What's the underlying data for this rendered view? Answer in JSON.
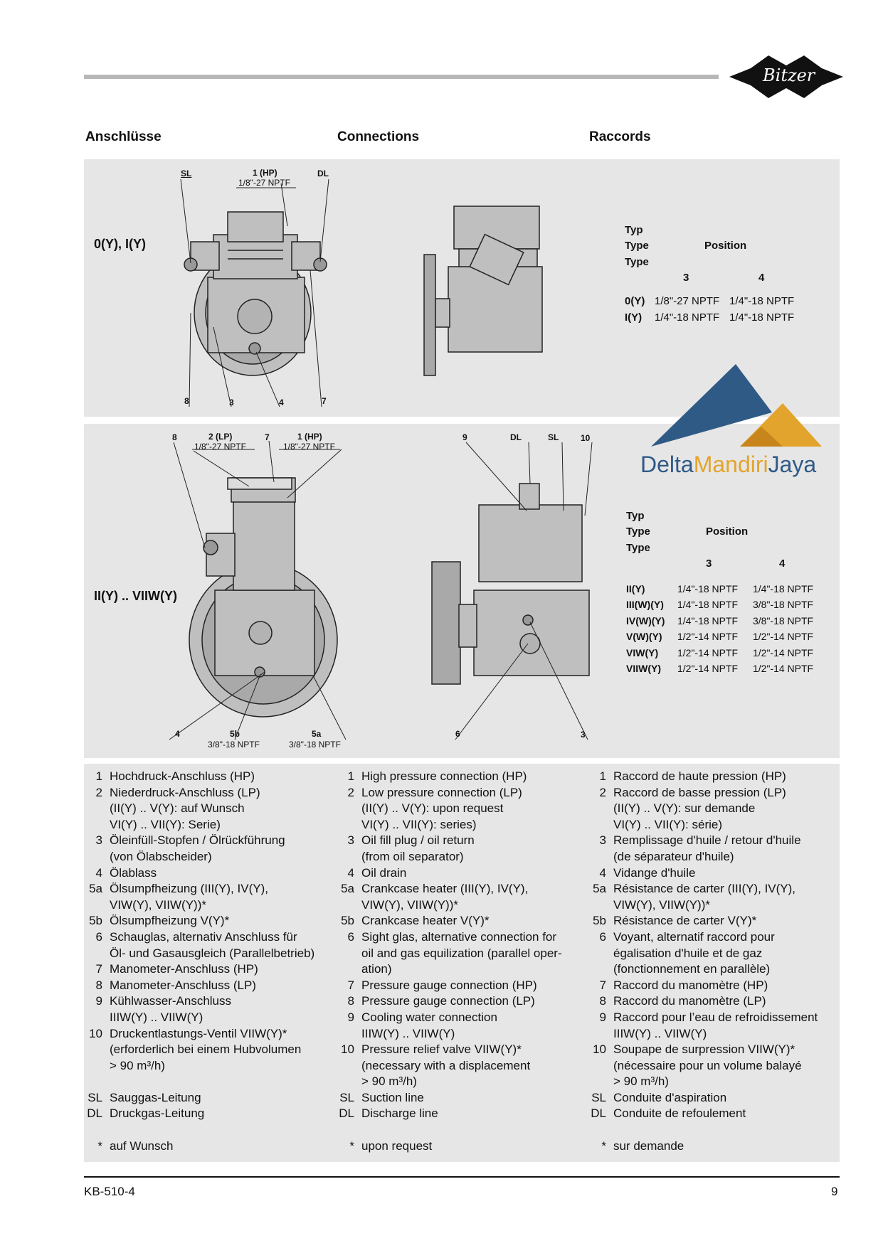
{
  "headings": {
    "de": "Anschlüsse",
    "en": "Connections",
    "fr": "Raccords"
  },
  "panel1": {
    "title": "0(Y), I(Y)",
    "labels": {
      "sl": "SL",
      "hp": "1 (HP)",
      "hp_thread": "1/8\"-27 NPTF",
      "dl": "DL",
      "n8": "8",
      "n3": "3",
      "n4": "4",
      "n7": "7"
    },
    "table": {
      "head1": "Typ",
      "head2": "Type",
      "head3": "Type",
      "position": "Position",
      "col3": "3",
      "col4": "4",
      "rows": [
        {
          "type": "0(Y)",
          "p3": "1/8\"-27 NPTF",
          "p4": "1/4\"-18 NPTF"
        },
        {
          "type": "I(Y)",
          "p3": "1/4\"-18 NPTF",
          "p4": "1/4\"-18 NPTF"
        }
      ]
    }
  },
  "panel2": {
    "title": "II(Y) .. VIIW(Y)",
    "labels": {
      "n8": "8",
      "lp": "2 (LP)",
      "lp_thread": "1/8\"-27 NPTF",
      "n7": "7",
      "hp": "1 (HP)",
      "hp_thread": "1/8\"-27 NPTF",
      "n9": "9",
      "dl": "DL",
      "sl": "SL",
      "n10": "10",
      "n4": "4",
      "n5b": "5b",
      "t5b": "3/8\"-18 NPTF",
      "n5a": "5a",
      "t5a": "3/8\"-18 NPTF",
      "n6": "6",
      "n3": "3"
    },
    "table": {
      "head1": "Typ",
      "head2": "Type",
      "head3": "Type",
      "position": "Position",
      "col3": "3",
      "col4": "4",
      "rows": [
        {
          "type": "II(Y)",
          "p3": "1/4\"-18 NPTF",
          "p4": "1/4\"-18 NPTF"
        },
        {
          "type": "III(W)(Y)",
          "p3": "1/4\"-18 NPTF",
          "p4": "3/8\"-18 NPTF"
        },
        {
          "type": "IV(W)(Y)",
          "p3": "1/4\"-18 NPTF",
          "p4": "3/8\"-18 NPTF"
        },
        {
          "type": "V(W)(Y)",
          "p3": "1/2\"-14 NPTF",
          "p4": "1/2\"-14 NPTF"
        },
        {
          "type": "VIW(Y)",
          "p3": "1/2\"-14 NPTF",
          "p4": "1/2\"-14 NPTF"
        },
        {
          "type": "VIIW(Y)",
          "p3": "1/2\"-14 NPTF",
          "p4": "1/2\"-14 NPTF"
        }
      ]
    }
  },
  "watermark": {
    "delta": "Delta",
    "mandiri": "Mandiri",
    "jaya": "Jaya"
  },
  "brand": {
    "logo_text": "Bitzer"
  },
  "legend": {
    "de": [
      {
        "n": "1",
        "t": "Hochdruck-Anschluss (HP)"
      },
      {
        "n": "2",
        "t": "Niederdruck-Anschluss (LP)"
      },
      {
        "n": "",
        "t": "(II(Y) .. V(Y): auf Wunsch"
      },
      {
        "n": "",
        "t": "VI(Y) .. VII(Y): Serie)"
      },
      {
        "n": "3",
        "t": "Öleinfüll-Stopfen / Ölrückführung"
      },
      {
        "n": "",
        "t": "(von Ölabscheider)"
      },
      {
        "n": "4",
        "t": "Ölablass"
      },
      {
        "n": "5a",
        "t": "Ölsumpfheizung (III(Y), IV(Y),"
      },
      {
        "n": "",
        "t": "VIW(Y), VIIW(Y))*"
      },
      {
        "n": "5b",
        "t": "Ölsumpfheizung V(Y)*"
      },
      {
        "n": "6",
        "t": "Schauglas, alternativ Anschluss für"
      },
      {
        "n": "",
        "t": "Öl- und Gasausgleich (Parallelbetrieb)"
      },
      {
        "n": "7",
        "t": "Manometer-Anschluss (HP)"
      },
      {
        "n": "8",
        "t": "Manometer-Anschluss (LP)"
      },
      {
        "n": "9",
        "t": "Kühlwasser-Anschluss"
      },
      {
        "n": "",
        "t": "IIIW(Y) .. VIIW(Y)"
      },
      {
        "n": "10",
        "t": "Druckentlastungs-Ventil VIIW(Y)*"
      },
      {
        "n": "",
        "t": "(erforderlich bei einem Hubvolumen"
      },
      {
        "n": "",
        "t": "> 90 m³/h)"
      },
      {
        "n": "SL",
        "t": "Sauggas-Leitung",
        "gap": true
      },
      {
        "n": "DL",
        "t": "Druckgas-Leitung"
      },
      {
        "n": "*",
        "t": "auf Wunsch",
        "gap": true
      }
    ],
    "en": [
      {
        "n": "1",
        "t": "High pressure connection (HP)"
      },
      {
        "n": "2",
        "t": "Low pressure connection (LP)"
      },
      {
        "n": "",
        "t": "(II(Y) .. V(Y): upon request"
      },
      {
        "n": "",
        "t": "VI(Y) .. VII(Y): series)"
      },
      {
        "n": "3",
        "t": "Oil fill plug / oil return"
      },
      {
        "n": "",
        "t": "(from oil separator)"
      },
      {
        "n": "4",
        "t": "Oil drain"
      },
      {
        "n": "5a",
        "t": "Crankcase heater (III(Y), IV(Y),"
      },
      {
        "n": "",
        "t": "VIW(Y), VIIW(Y))*"
      },
      {
        "n": "5b",
        "t": "Crankcase heater V(Y)*"
      },
      {
        "n": "6",
        "t": "Sight glas, alternative connection for"
      },
      {
        "n": "",
        "t": "oil and gas equilization (parallel oper-"
      },
      {
        "n": "",
        "t": "ation)"
      },
      {
        "n": "7",
        "t": "Pressure gauge connection (HP)"
      },
      {
        "n": "8",
        "t": "Pressure gauge connection (LP)"
      },
      {
        "n": "9",
        "t": "Cooling water connection"
      },
      {
        "n": "",
        "t": "IIIW(Y) .. VIIW(Y)"
      },
      {
        "n": "10",
        "t": "Pressure relief valve VIIW(Y)*"
      },
      {
        "n": "",
        "t": "(necessary with a displacement"
      },
      {
        "n": "",
        "t": "> 90 m³/h)"
      },
      {
        "n": "SL",
        "t": "Suction line"
      },
      {
        "n": "DL",
        "t": "Discharge line"
      },
      {
        "n": "*",
        "t": "upon request",
        "gap": true
      }
    ],
    "fr": [
      {
        "n": "1",
        "t": "Raccord de haute pression (HP)"
      },
      {
        "n": "2",
        "t": "Raccord de basse pression (LP)"
      },
      {
        "n": "",
        "t": "(II(Y) .. V(Y): sur demande"
      },
      {
        "n": "",
        "t": "VI(Y) .. VII(Y): série)"
      },
      {
        "n": "3",
        "t": "Remplissage d'huile / retour d'huile"
      },
      {
        "n": "",
        "t": "(de séparateur d'huile)"
      },
      {
        "n": "4",
        "t": "Vidange d'huile"
      },
      {
        "n": "5a",
        "t": "Résistance de carter (III(Y), IV(Y),"
      },
      {
        "n": "",
        "t": "VIW(Y), VIIW(Y))*"
      },
      {
        "n": "5b",
        "t": "Résistance de carter V(Y)*"
      },
      {
        "n": "6",
        "t": "Voyant, alternatif raccord pour"
      },
      {
        "n": "",
        "t": "égalisation d'huile et de gaz"
      },
      {
        "n": "",
        "t": "(fonctionnement en parallèle)"
      },
      {
        "n": "7",
        "t": "Raccord du manomètre (HP)"
      },
      {
        "n": "8",
        "t": "Raccord du manomètre (LP)"
      },
      {
        "n": "9",
        "t": "Raccord pour l’eau de refroidissement"
      },
      {
        "n": "",
        "t": "IIIW(Y) .. VIIW(Y)"
      },
      {
        "n": "10",
        "t": "Soupape de surpression VIIW(Y)*"
      },
      {
        "n": "",
        "t": "(nécessaire pour un volume balayé"
      },
      {
        "n": "",
        "t": "> 90 m³/h)"
      },
      {
        "n": "SL",
        "t": "Conduite d'aspiration"
      },
      {
        "n": "DL",
        "t": "Conduite de refoulement"
      },
      {
        "n": "*",
        "t": "sur demande",
        "gap": true
      }
    ]
  },
  "footer": {
    "doc": "KB-510-4",
    "page": "9"
  }
}
